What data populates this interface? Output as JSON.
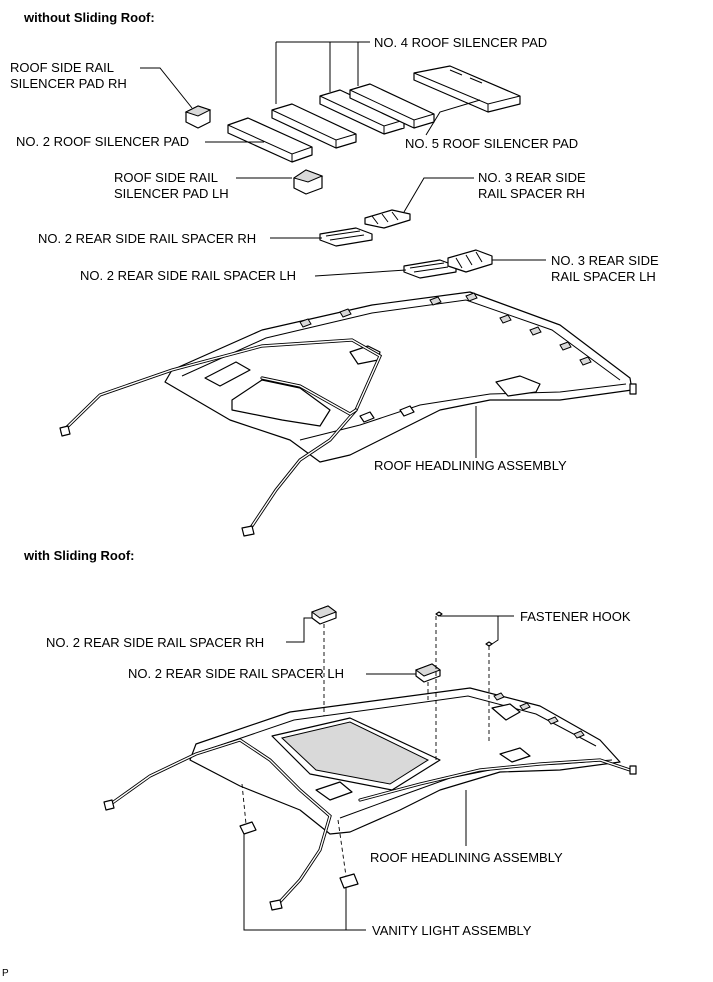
{
  "sections": {
    "without_roof": "without Sliding Roof:",
    "with_roof": "with Sliding Roof:"
  },
  "labels_top": {
    "roof_side_rail_silencer_rh": "ROOF SIDE RAIL\nSILENCER PAD RH",
    "no4_roof_silencer_pad": "NO. 4 ROOF SILENCER PAD",
    "no2_roof_silencer_pad": "NO. 2 ROOF SILENCER PAD",
    "no5_roof_silencer_pad": "NO. 5 ROOF SILENCER PAD",
    "roof_side_rail_silencer_lh": "ROOF SIDE RAIL\nSILENCER PAD LH",
    "no3_rear_side_rail_spacer_rh": "NO. 3 REAR SIDE\nRAIL SPACER RH",
    "no2_rear_side_rail_spacer_rh": "NO. 2 REAR SIDE RAIL SPACER RH",
    "no2_rear_side_rail_spacer_lh": "NO. 2 REAR SIDE RAIL SPACER LH",
    "no3_rear_side_rail_spacer_lh": "NO. 3 REAR SIDE\nRAIL SPACER LH",
    "roof_headlining_assembly": "ROOF HEADLINING ASSEMBLY"
  },
  "labels_bottom": {
    "no2_rear_side_rail_spacer_rh": "NO. 2 REAR SIDE RAIL SPACER RH",
    "no2_rear_side_rail_spacer_lh": "NO. 2 REAR SIDE RAIL SPACER LH",
    "fastener_hook": "FASTENER HOOK",
    "roof_headlining_assembly": "ROOF HEADLINING ASSEMBLY",
    "vanity_light_assembly": "VANITY LIGHT ASSEMBLY"
  },
  "footer": {
    "code": "P"
  }
}
